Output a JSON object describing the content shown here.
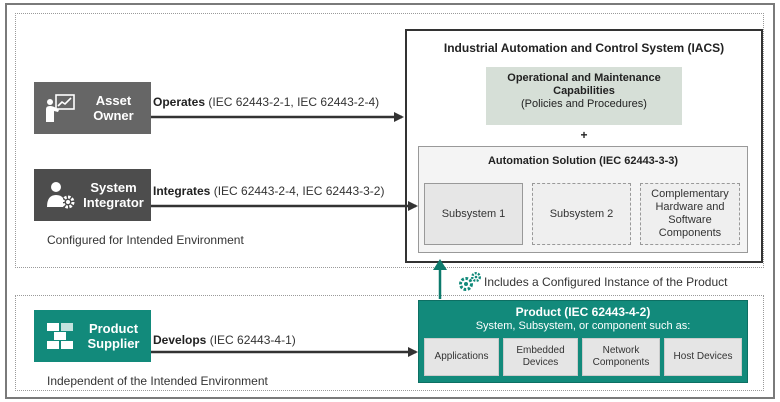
{
  "colors": {
    "teal": "#128a7b",
    "gray_actor": "#666666",
    "dark_actor": "#4d4d4d",
    "ops_fill": "#d6dfd7"
  },
  "actors": {
    "asset_owner": {
      "label_line1": "Asset",
      "label_line2": "Owner",
      "icon": "presenter-chart-icon"
    },
    "system_integrator": {
      "label_line1": "System",
      "label_line2": "Integrator",
      "icon": "person-gear-icon"
    },
    "product_supplier": {
      "label_line1": "Product",
      "label_line2": "Supplier",
      "icon": "stacked-boxes-icon"
    }
  },
  "relations": {
    "operates": {
      "verb": "Operates",
      "refs": " (IEC 62443-2-1, IEC 62443-2-4)"
    },
    "integrates": {
      "verb": "Integrates",
      "refs": " (IEC 62443-2-4, IEC 62443-3-2)"
    },
    "develops": {
      "verb": "Develops",
      "refs": " (IEC 62443-4-1)"
    }
  },
  "sections": {
    "top_label": "Configured for Intended Environment",
    "bottom_label": "Independent of the Intended Environment"
  },
  "iacs": {
    "title": "Industrial Automation and Control System (IACS)",
    "ops_line1": "Operational and Maintenance",
    "ops_line2": "Capabilities",
    "ops_line3": "(Policies and Procedures)",
    "plus": "+",
    "automation_title": "Automation Solution (IEC 62443-3-3)",
    "subsystem1": "Subsystem 1",
    "subsystem2": "Subsystem 2",
    "complementary_line1": "Complementary",
    "complementary_line2": "Hardware and",
    "complementary_line3": "Software",
    "complementary_line4": "Components"
  },
  "includes_label": "Includes a Configured Instance of the Product",
  "product": {
    "title": "Product (IEC 62443-4-2)",
    "subtitle": "System, Subsystem, or component such as:",
    "items": [
      {
        "line1": "Applications",
        "line2": ""
      },
      {
        "line1": "Embedded",
        "line2": "Devices"
      },
      {
        "line1": "Network",
        "line2": "Components"
      },
      {
        "line1": "Host Devices",
        "line2": ""
      }
    ]
  }
}
